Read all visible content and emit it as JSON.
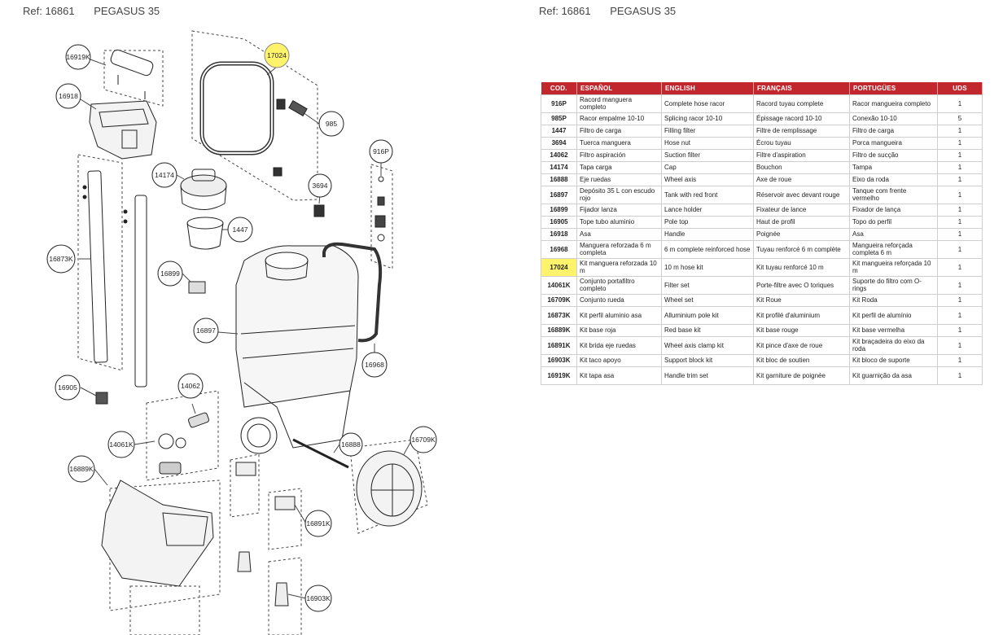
{
  "header_left": {
    "ref": "Ref: 16861",
    "model": "PEGASUS 35"
  },
  "header_right": {
    "ref": "Ref: 16861",
    "model": "PEGASUS 35"
  },
  "highlight_color": "#fff36b",
  "accent_color": "#c1272d",
  "diagram": {
    "callouts": [
      "16919K",
      "16918",
      "16873K",
      "16905",
      "14061K",
      "16889K",
      "17024",
      "985",
      "14174",
      "1447",
      "16899",
      "16897",
      "14062",
      "3694",
      "916P",
      "16968",
      "16888",
      "16709K",
      "16891K",
      "16903K"
    ],
    "highlighted": "17024"
  },
  "table": {
    "headers": [
      "COD.",
      "ESPAÑOL",
      "ENGLISH",
      "FRANÇAIS",
      "PORTUGÜES",
      "UDS"
    ],
    "rows": [
      {
        "code": "916P",
        "es": "Racord manguera completo",
        "en": "Complete hose racor",
        "fr": "Racord tuyau complete",
        "pt": "Racor mangueira completo",
        "uds": "1"
      },
      {
        "code": "985P",
        "es": "Racor empalme 10-10",
        "en": "Splicing racor 10-10",
        "fr": "Épissage racord 10-10",
        "pt": "Conexão 10-10",
        "uds": "5"
      },
      {
        "code": "1447",
        "es": "Filtro de carga",
        "en": "Filling filter",
        "fr": "Filtre de remplissage",
        "pt": "Filtro de carga",
        "uds": "1"
      },
      {
        "code": "3694",
        "es": "Tuerca manguera",
        "en": "Hose nut",
        "fr": "Écrou tuyau",
        "pt": "Porca mangueira",
        "uds": "1"
      },
      {
        "code": "14062",
        "es": "Filtro aspiración",
        "en": "Suction filter",
        "fr": "Filtre d'aspiration",
        "pt": "Filtro de sucção",
        "uds": "1"
      },
      {
        "code": "14174",
        "es": "Tapa carga",
        "en": "Cap",
        "fr": "Bouchon",
        "pt": "Tampa",
        "uds": "1"
      },
      {
        "code": "16888",
        "es": "Eje ruedas",
        "en": "Wheel axis",
        "fr": "Axe de roue",
        "pt": "Eixo da roda",
        "uds": "1"
      },
      {
        "code": "16897",
        "es": "Depósito 35 L con escudo rojo",
        "en": "Tank with red front",
        "fr": "Réservoir avec devant rouge",
        "pt": "Tanque com frente vermelho",
        "uds": "1"
      },
      {
        "code": "16899",
        "es": "Fijador lanza",
        "en": "Lance holder",
        "fr": "Fixateur de lance",
        "pt": "Fixador de lança",
        "uds": "1"
      },
      {
        "code": "16905",
        "es": "Tope tubo aluminio",
        "en": "Pole top",
        "fr": "Haut de profil",
        "pt": "Topo do perfil",
        "uds": "1"
      },
      {
        "code": "16918",
        "es": "Asa",
        "en": "Handle",
        "fr": "Poignée",
        "pt": "Asa",
        "uds": "1"
      },
      {
        "code": "16968",
        "es": "Manguera reforzada 6 m completa",
        "en": "6 m complete reinforced hose",
        "fr": "Tuyau renforcé 6 m complète",
        "pt": "Mangueira reforçada completa 6 m",
        "uds": "1"
      },
      {
        "code": "17024",
        "es": "Kit manguera reforzada 10 m",
        "en": "10 m hose kit",
        "fr": "Kit tuyau renforcé 10 m",
        "pt": "Kit mangueira reforçada 10 m",
        "uds": "1"
      },
      {
        "code": "14061K",
        "es": "Conjunto portafiltro completo",
        "en": "Filter set",
        "fr": "Porte-filtre avec O toriques",
        "pt": "Suporte do filtro com O-rings",
        "uds": "1"
      },
      {
        "code": "16709K",
        "es": "Conjunto rueda",
        "en": "Wheel set",
        "fr": "Kit Roue",
        "pt": "Kit Roda",
        "uds": "1"
      },
      {
        "code": "16873K",
        "es": "Kit perfil aluminio asa",
        "en": "Alluminium pole kit",
        "fr": "Kit profilé d'aluminium",
        "pt": "Kit perfil de alumínio",
        "uds": "1"
      },
      {
        "code": "16889K",
        "es": "Kit base roja",
        "en": "Red base kit",
        "fr": "Kit base rouge",
        "pt": "Kit base vermelha",
        "uds": "1"
      },
      {
        "code": "16891K",
        "es": "Kit brida eje ruedas",
        "en": "Wheel axis clamp kit",
        "fr": "Kit pince d'axe de roue",
        "pt": "Kit braçadeira do eixo da roda",
        "uds": "1"
      },
      {
        "code": "16903K",
        "es": "Kit taco apoyo",
        "en": "Support block kit",
        "fr": "Kit bloc de soutien",
        "pt": "Kit bloco de suporte",
        "uds": "1"
      },
      {
        "code": "16919K",
        "es": "Kit tapa asa",
        "en": "Handle trim set",
        "fr": "Kit garniture de poignée",
        "pt": "Kit guarnição da asa",
        "uds": "1"
      }
    ]
  }
}
